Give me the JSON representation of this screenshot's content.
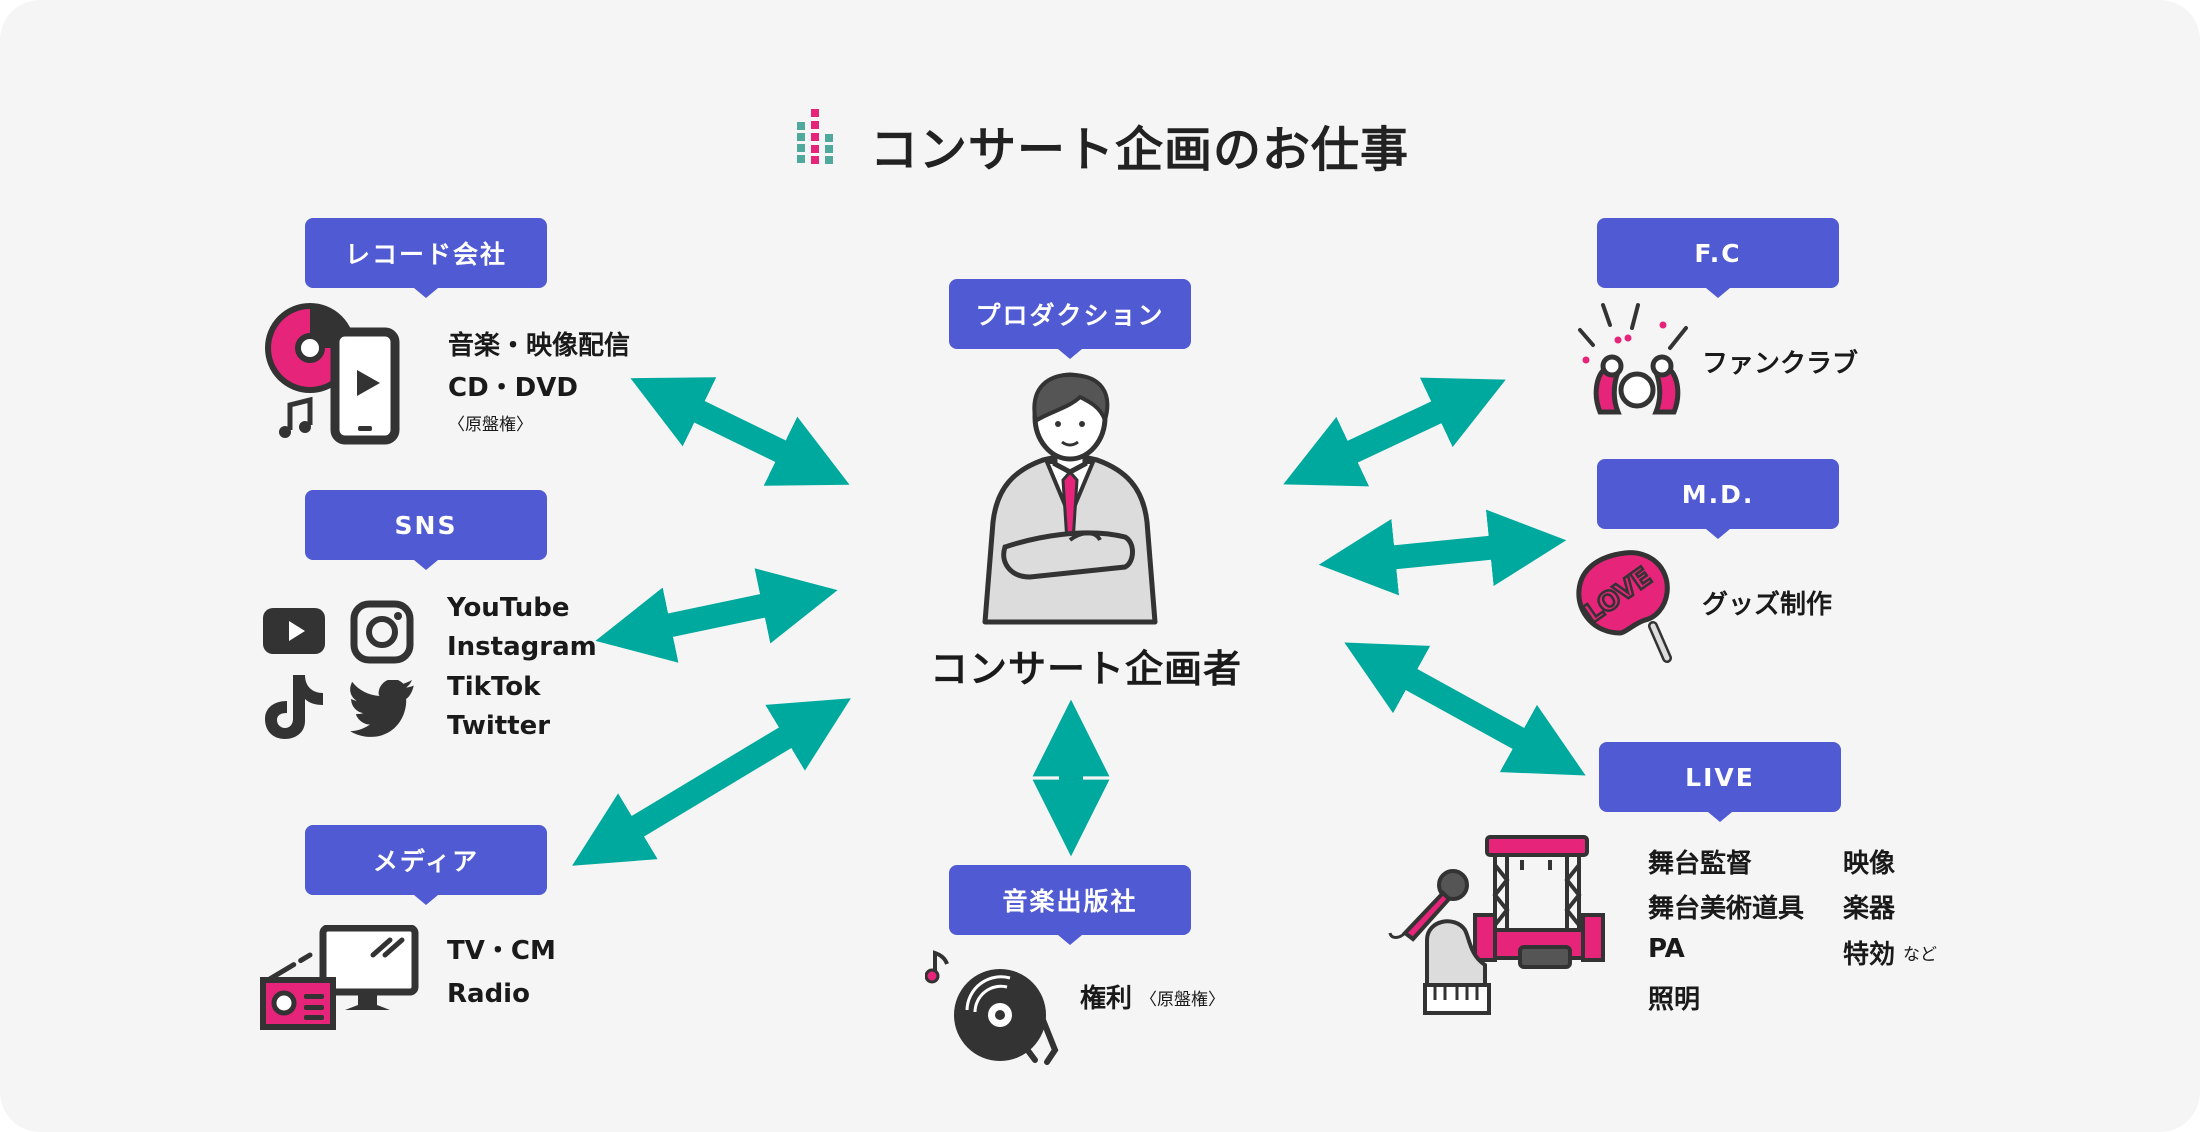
{
  "title": "コンサート企画のお仕事",
  "center": {
    "label": "プロダクション",
    "name": "コンサート企画者"
  },
  "colors": {
    "label_bg": "#505ad3",
    "arrow": "#00a99d",
    "accent_pink": "#e5247a",
    "teal_bar": "#4fa99d",
    "text": "#1a1a1a",
    "background": "#f5f5f5"
  },
  "left": {
    "record": {
      "label": "レコード会社",
      "lines": [
        "音楽・映像配信",
        "CD・DVD"
      ],
      "note": "〈原盤権〉"
    },
    "sns": {
      "label": "SNS",
      "lines": [
        "YouTube",
        "Instagram",
        "TikTok",
        "Twitter"
      ]
    },
    "media": {
      "label": "メディア",
      "lines": [
        "TV・CM",
        "Radio"
      ]
    }
  },
  "bottom": {
    "publisher": {
      "label": "音楽出版社",
      "text": "権利",
      "note": "〈原盤権〉"
    }
  },
  "right": {
    "fc": {
      "label": "F.C",
      "text": "ファンクラブ"
    },
    "md": {
      "label": "M.D.",
      "text": "グッズ制作"
    },
    "live": {
      "label": "LIVE",
      "col1": [
        "舞台監督",
        "舞台美術道具",
        "PA",
        "照明"
      ],
      "col2": [
        "映像",
        "楽器",
        "特効"
      ],
      "suffix": "など"
    }
  }
}
